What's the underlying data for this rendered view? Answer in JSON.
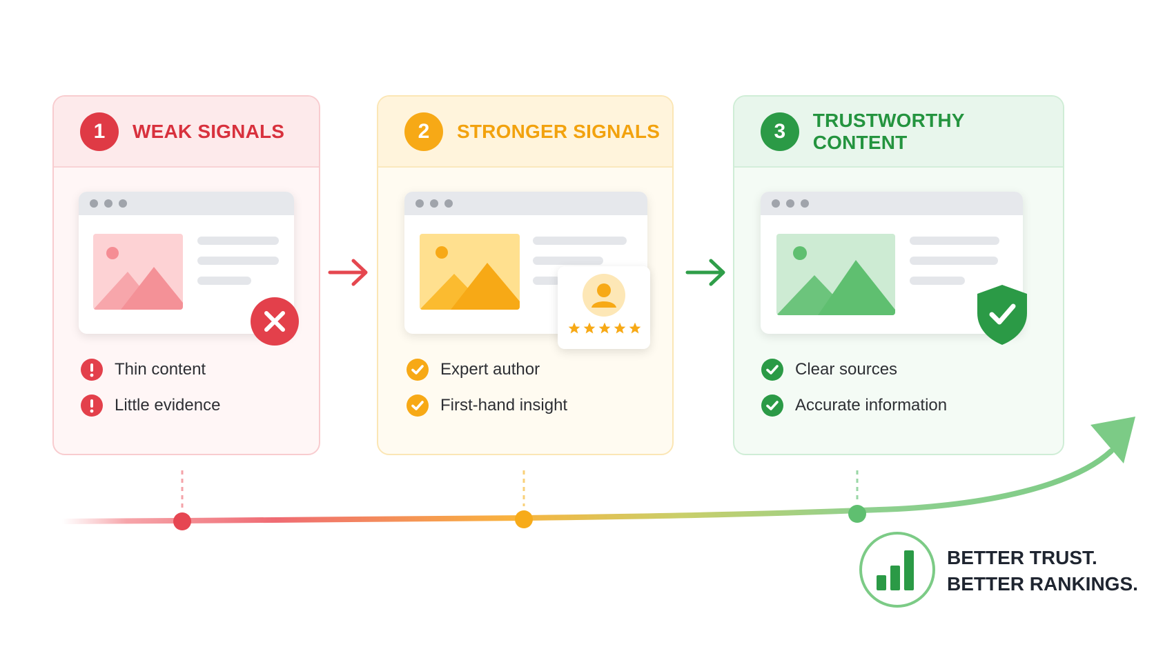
{
  "steps": [
    {
      "number": "1",
      "title": "WEAK SIGNALS",
      "color": "#df3a45",
      "status_icon": "error-x-icon",
      "items": [
        "Thin content",
        "Little evidence"
      ],
      "item_icon": "exclamation-icon"
    },
    {
      "number": "2",
      "title": "STRONGER SIGNALS",
      "color": "#f7a916",
      "status_icon": "author-rating-icon",
      "items": [
        "Expert author",
        "First-hand insight"
      ],
      "item_icon": "check-icon"
    },
    {
      "number": "3",
      "title": "TRUSTWORTHY CONTENT",
      "color": "#2b9a46",
      "status_icon": "shield-check-icon",
      "items": [
        "Clear sources",
        "Accurate information"
      ],
      "item_icon": "check-icon"
    }
  ],
  "rating_stars": 5,
  "outcome": {
    "line1": "BETTER TRUST.",
    "line2": "BETTER RANKINGS.",
    "icon": "bar-chart-icon"
  }
}
